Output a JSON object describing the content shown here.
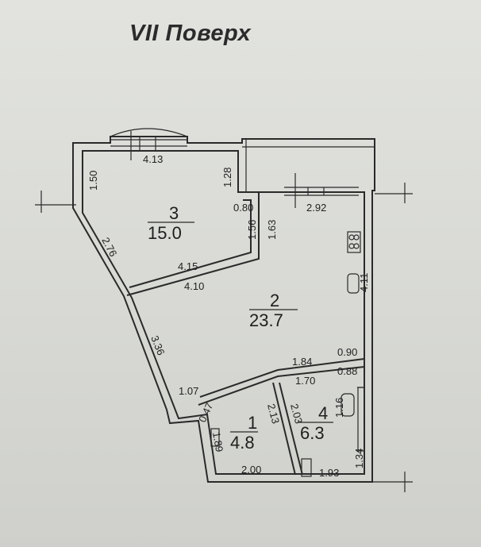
{
  "title": "VII Поверх",
  "rooms": [
    {
      "number": "3",
      "area": "15.0"
    },
    {
      "number": "2",
      "area": "23.7"
    },
    {
      "number": "1",
      "area": "4.8"
    },
    {
      "number": "4",
      "area": "6.3"
    }
  ],
  "dimensions": {
    "d_4_13": "4.13",
    "d_1_50": "1.50",
    "d_1_28": "1.28",
    "d_0_80": "0.80",
    "d_1_56": "1.56",
    "d_1_63": "1.63",
    "d_2_92": "2.92",
    "d_2_76": "2.76",
    "d_4_15": "4.15",
    "d_4_10": "4.10",
    "d_4_11": "4.11",
    "d_3_36": "3.36",
    "d_1_84": "1.84",
    "d_0_90": "0.90",
    "d_1_70": "1.70",
    "d_0_88": "0.88",
    "d_1_07": "1.07",
    "d_0_47": "0.47",
    "d_2_13": "2.13",
    "d_2_03": "2.03",
    "d_1_16": "1.16",
    "d_1_89": "1.89",
    "d_2_00": "2.00",
    "d_1_93": "1.93",
    "d_1_34": "1.34"
  }
}
